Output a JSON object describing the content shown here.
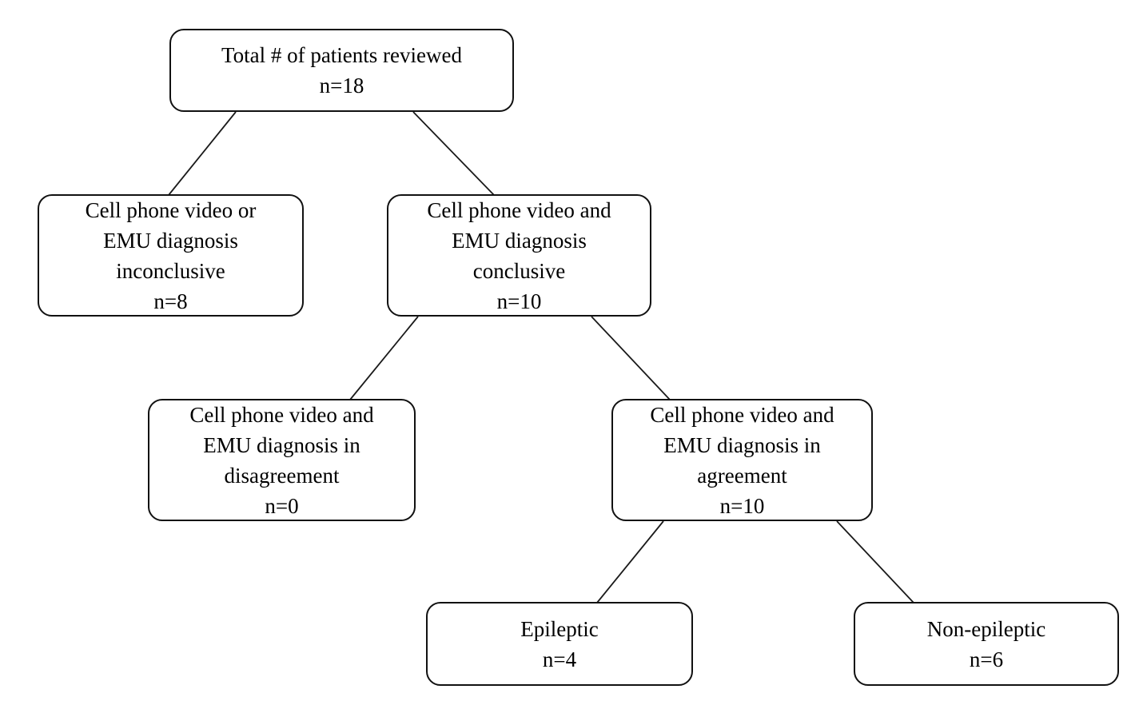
{
  "diagram": {
    "type": "flowchart",
    "background_color": "#ffffff",
    "box_border_color": "#111111",
    "line_color": "#1a1a1a",
    "text_color": "#000000",
    "nodes": [
      {
        "id": "total-patients",
        "n": 18,
        "lines": [
          "Total # of patients reviewed",
          "n=18"
        ]
      },
      {
        "id": "inconclusive",
        "n": 8,
        "lines": [
          "Cell phone video or",
          "EMU diagnosis",
          "inconclusive",
          "n=8"
        ]
      },
      {
        "id": "conclusive",
        "n": 10,
        "lines": [
          "Cell phone video and",
          "EMU diagnosis",
          "conclusive",
          "n=10"
        ]
      },
      {
        "id": "disagreement",
        "n": 0,
        "lines": [
          "Cell phone video and",
          "EMU diagnosis in",
          "disagreement",
          "n=0"
        ]
      },
      {
        "id": "agreement",
        "n": 10,
        "lines": [
          "Cell phone video and",
          "EMU diagnosis in",
          "agreement",
          "n=10"
        ]
      },
      {
        "id": "epileptic",
        "n": 4,
        "lines": [
          "Epileptic",
          "n=4"
        ]
      },
      {
        "id": "non-epileptic",
        "n": 6,
        "lines": [
          "Non-epileptic",
          "n=6"
        ]
      }
    ],
    "edges": [
      {
        "from": "total-patients",
        "to": "inconclusive"
      },
      {
        "from": "total-patients",
        "to": "conclusive"
      },
      {
        "from": "conclusive",
        "to": "disagreement"
      },
      {
        "from": "conclusive",
        "to": "agreement"
      },
      {
        "from": "agreement",
        "to": "epileptic"
      },
      {
        "from": "agreement",
        "to": "non-epileptic"
      }
    ]
  }
}
